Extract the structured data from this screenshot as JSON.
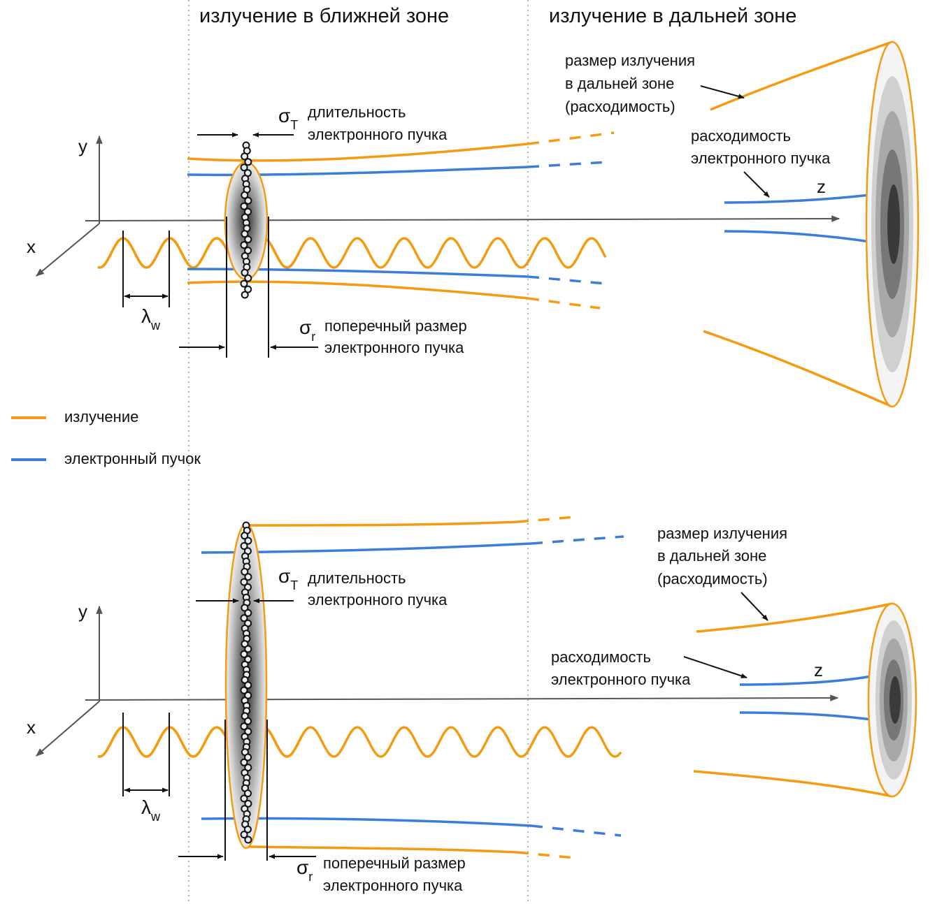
{
  "headers": {
    "near_zone": "излучение в ближней зоне",
    "far_zone": "излучение в дальней зоне"
  },
  "axes": {
    "x": "x",
    "y": "y",
    "z": "z"
  },
  "symbols": {
    "sigma_t": "σ",
    "sigma_t_sub": "T",
    "sigma_r": "σ",
    "sigma_r_sub": "r",
    "lambda_w": "λ",
    "lambda_w_sub": "w"
  },
  "labels": {
    "duration_line1": "длительность",
    "duration_line2": "электронного пучка",
    "transverse_line1": "поперечный размер",
    "transverse_line2": "электронного пучка",
    "far_size_line1": "размер излучения",
    "far_size_line2": "в дальней зоне",
    "far_size_line3": "(расходимость)",
    "beam_div_line1": "расходимость",
    "beam_div_line2": "электронного пучка"
  },
  "legend": [
    {
      "label": "излучение",
      "color": "#f39c12"
    },
    {
      "label": "электронный пучок",
      "color": "#3b7dd8"
    }
  ],
  "colors": {
    "radiation": "#f39c12",
    "electron_beam": "#3b7dd8",
    "axis": "#555555"
  }
}
